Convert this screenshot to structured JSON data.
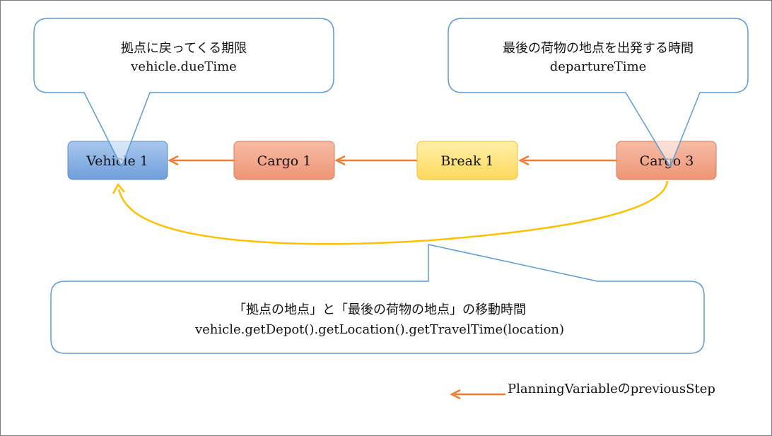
{
  "nodes": {
    "vehicle1": {
      "label": "Vehicle 1",
      "fill_top": "#a9c7ee",
      "fill_bottom": "#6f9fdb",
      "stroke": "#5b8cc8"
    },
    "cargo1": {
      "label": "Cargo 1",
      "fill_top": "#f7bca6",
      "fill_bottom": "#ee9575",
      "stroke": "#e07a52"
    },
    "break1": {
      "label": "Break 1",
      "fill_top": "#fff0a8",
      "fill_bottom": "#ffd85e",
      "stroke": "#f2c12e"
    },
    "cargo3": {
      "label": "Cargo 3",
      "fill_top": "#f7bca6",
      "fill_bottom": "#ee9575",
      "stroke": "#e07a52"
    }
  },
  "callouts": {
    "due_time": {
      "line1": "拠点に戻ってくる期限",
      "line2": "vehicle.dueTime"
    },
    "departure_time": {
      "line1": "最後の荷物の地点を出発する時間",
      "line2": "departureTime"
    },
    "travel_time": {
      "line1": "「拠点の地点」と「最後の荷物の地点」の移動時間",
      "line2": "vehicle.getDepot().getLocation().getTravelTime(location)"
    }
  },
  "legend": {
    "label": "PlanningVariableのpreviousStep"
  },
  "colors": {
    "arrow": "#ed7d31",
    "return_curve": "#ffc000",
    "callout_stroke": "#5b9bd5",
    "frame": "#7f7f7f"
  }
}
